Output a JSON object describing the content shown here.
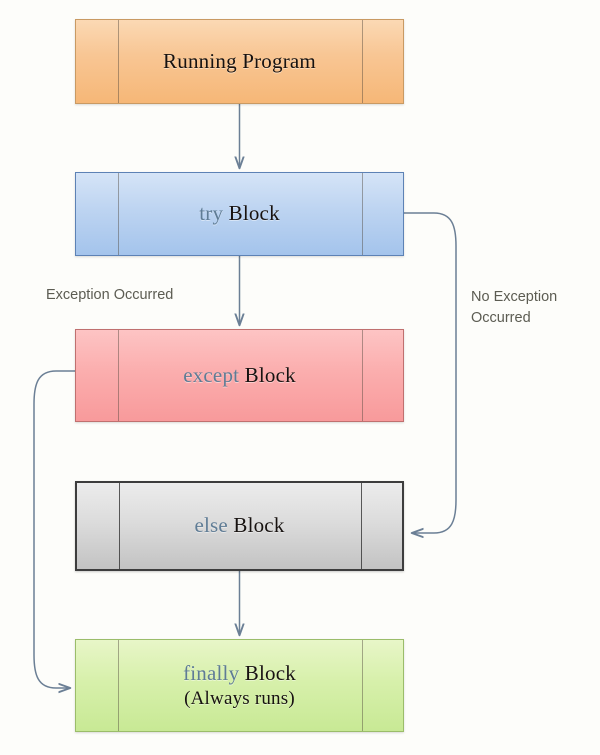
{
  "diagram": {
    "title": "Python try/except/else/finally exception handling flow",
    "nodes": [
      {
        "id": "running",
        "keyword": "",
        "text": "Running Program",
        "subtext": "",
        "fill": "#f8c694",
        "border": "#c99a63"
      },
      {
        "id": "try",
        "keyword": "try",
        "text": " Block",
        "subtext": "",
        "fill": "#bdd4f1",
        "border": "#5d82b5"
      },
      {
        "id": "except",
        "keyword": "except",
        "text": " Block",
        "subtext": "",
        "fill": "#fbaeae",
        "border": "#c0706f"
      },
      {
        "id": "else",
        "keyword": "else",
        "text": " Block",
        "subtext": "",
        "fill": "#dcdcdc",
        "border": "#3d3d3d"
      },
      {
        "id": "finally",
        "keyword": "finally",
        "text": " Block",
        "subtext": "(Always runs)",
        "fill": "#d7f0ab",
        "border": "#9bbd6a"
      }
    ],
    "edge_labels": {
      "exception_occurred": "Exception Occurred",
      "no_exception_occurred": "No Exception\nOccurred"
    },
    "connectors": [
      {
        "id": "running-to-try",
        "from": "running",
        "to": "try",
        "style": "straight-down"
      },
      {
        "id": "try-to-except",
        "from": "try",
        "to": "except",
        "style": "straight-down"
      },
      {
        "id": "else-to-finally",
        "from": "else",
        "to": "finally",
        "style": "straight-down"
      },
      {
        "id": "try-to-else",
        "from": "try",
        "to": "else",
        "style": "curve-right"
      },
      {
        "id": "except-to-finally",
        "from": "except",
        "to": "finally",
        "style": "curve-left"
      }
    ],
    "colors": {
      "keyword_text": "#5f7c95",
      "body_text": "#171210",
      "arrow": "#6b7f95",
      "edge_label_text": "#5c5c52",
      "background": "#fdfdfa"
    }
  }
}
